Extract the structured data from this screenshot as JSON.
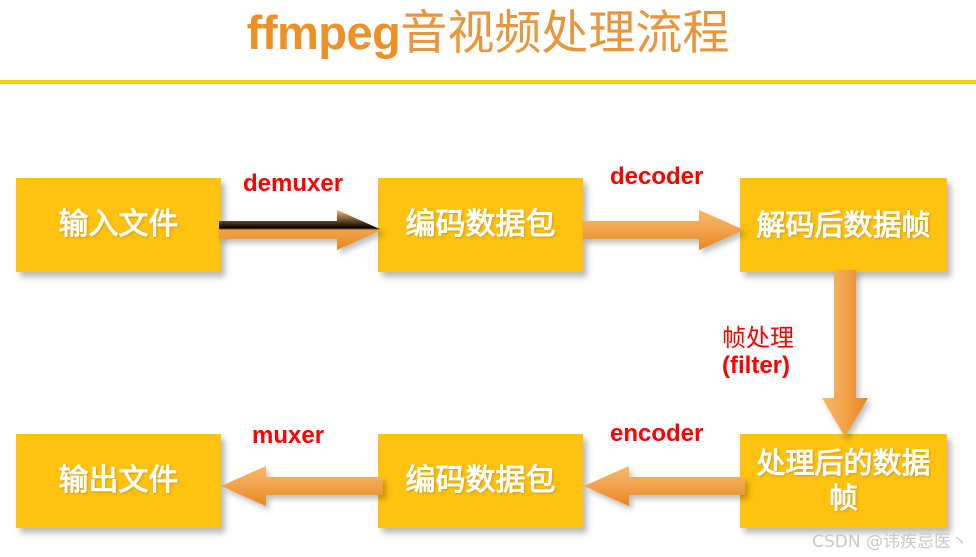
{
  "title": {
    "latin_part": "ffmpeg",
    "cjk_part": "音视频处理流程",
    "full": "ffmpeg音视频处理流程",
    "color_latin": "#EE9025",
    "color_cjk": "#E8953C",
    "rule_color": "#F5CE0B"
  },
  "theme": {
    "box_fill": "#FFC20E",
    "box_text": "#FFFFFF",
    "edge_label_color": "#FF0000",
    "arrow_fill": "#F2A24B",
    "background": "#FFFFFF",
    "watermark_color": "#C9C9C9"
  },
  "diagram": {
    "type": "flowchart",
    "nodes": [
      {
        "id": "input-file",
        "label": "输入文件",
        "row": "top",
        "order": 1
      },
      {
        "id": "encoded-packet-top",
        "label": "编码数据包",
        "row": "top",
        "order": 2
      },
      {
        "id": "decoded-frame",
        "label": "解码后数据帧",
        "row": "top",
        "order": 3
      },
      {
        "id": "processed-frame",
        "label": "处理后的数据帧",
        "row": "bottom",
        "order": 3
      },
      {
        "id": "encoded-packet-bottom",
        "label": "编码数据包",
        "row": "bottom",
        "order": 2
      },
      {
        "id": "output-file",
        "label": "输出文件",
        "row": "bottom",
        "order": 1
      }
    ],
    "edges": [
      {
        "id": "demuxer",
        "label": "demuxer",
        "from": "input-file",
        "to": "encoded-packet-top",
        "direction": "right"
      },
      {
        "id": "decoder",
        "label": "decoder",
        "from": "encoded-packet-top",
        "to": "decoded-frame",
        "direction": "right"
      },
      {
        "id": "filter",
        "label": "帧处理",
        "label2": "(filter)",
        "from": "decoded-frame",
        "to": "processed-frame",
        "direction": "down"
      },
      {
        "id": "encoder",
        "label": "encoder",
        "from": "processed-frame",
        "to": "encoded-packet-bottom",
        "direction": "left"
      },
      {
        "id": "muxer",
        "label": "muxer",
        "from": "encoded-packet-bottom",
        "to": "output-file",
        "direction": "left"
      }
    ]
  },
  "watermark": {
    "text": "CSDN @讳疾忌医丶"
  }
}
